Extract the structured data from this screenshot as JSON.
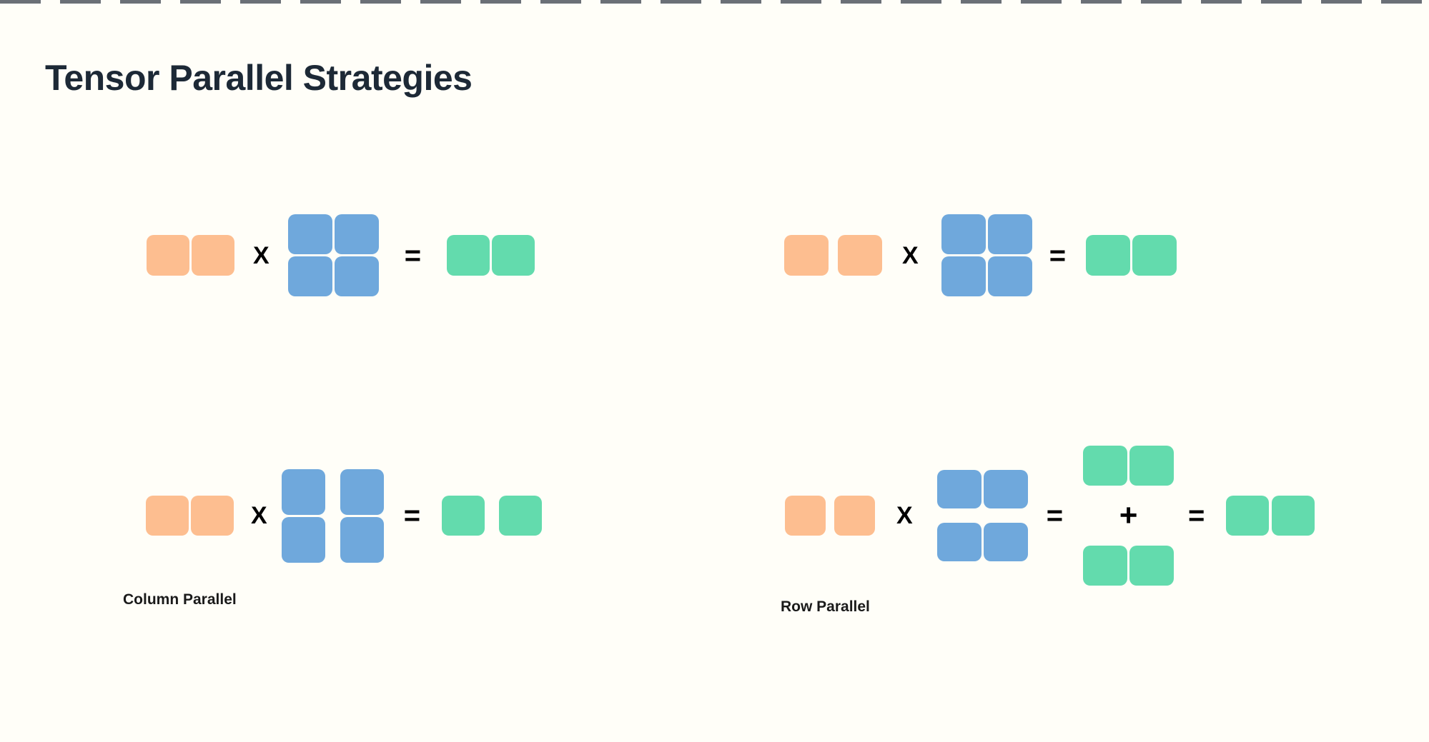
{
  "title": "Tensor Parallel Strategies",
  "colors": {
    "background": "#FFFEF8",
    "title": "#1D2936",
    "orange": "#FDBE90",
    "blue": "#6FA8DC",
    "green": "#63DBAD",
    "operator": "#000000",
    "label": "#1A1A1A",
    "dash": "#6B7077"
  },
  "operators": {
    "multiply": "X",
    "equals": "=",
    "plus": "+"
  },
  "diagrams": {
    "top_left": {
      "input_blocks": 2,
      "weight_grid": "2x2",
      "output_blocks": 2
    },
    "top_right": {
      "input_blocks": 2,
      "weight_grid": "2x2",
      "output_blocks": 2
    },
    "bottom_left": {
      "label": "Column Parallel",
      "input_blocks": 2,
      "weight_grid": "2x2 split by columns",
      "output_blocks": 2
    },
    "bottom_right": {
      "label": "Row Parallel",
      "input_blocks": 2,
      "weight_grid": "2x2 split by rows",
      "partial_output_pairs": 2,
      "output_blocks": 2
    }
  }
}
